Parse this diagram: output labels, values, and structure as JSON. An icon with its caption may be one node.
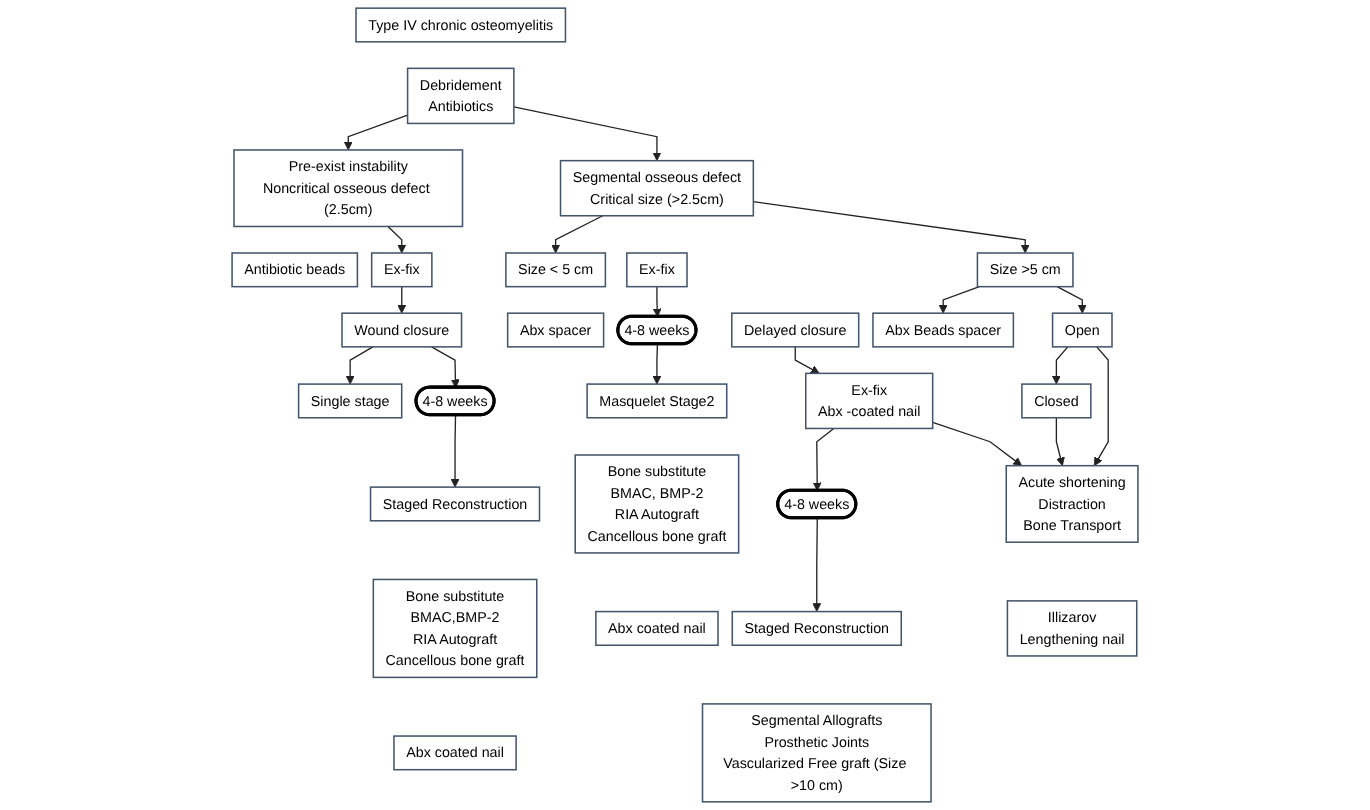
{
  "diagram": {
    "nodes": [
      {
        "text": [
          "Type IV chronic osteomyelitis"
        ]
      },
      {
        "text": [
          "Debridement",
          "Antibiotics"
        ]
      },
      {
        "text": [
          "Pre-exist instability",
          "Noncritical osseous defect (2.5cm)"
        ]
      },
      {
        "text": [
          "Segmental osseous defect",
          "Critical size (>2.5cm)"
        ]
      },
      {
        "text": [
          "Antibiotic beads"
        ]
      },
      {
        "text": [
          "Ex-fix"
        ]
      },
      {
        "text": [
          "Wound closure"
        ]
      },
      {
        "text": [
          "Single stage"
        ]
      },
      {
        "text": [
          "4-8 weeks"
        ]
      },
      {
        "text": [
          "Staged Reconstruction"
        ]
      },
      {
        "text": [
          "Bone substitute",
          "BMAC,BMP-2",
          "RIA Autograft",
          "Cancellous bone graft"
        ]
      },
      {
        "text": [
          "Abx coated nail"
        ]
      },
      {
        "text": [
          "Size < 5 cm"
        ]
      },
      {
        "text": [
          "Abx spacer"
        ]
      },
      {
        "text": [
          "Ex-fix"
        ]
      },
      {
        "text": [
          "4-8 weeks"
        ]
      },
      {
        "text": [
          "Masquelet Stage2"
        ]
      },
      {
        "text": [
          "Bone substitute",
          "BMAC, BMP-2",
          "RIA Autograft",
          "Cancellous bone graft"
        ]
      },
      {
        "text": [
          "Abx coated nail"
        ]
      },
      {
        "text": [
          "Size >5 cm"
        ]
      },
      {
        "text": [
          "Abx Beads spacer"
        ]
      },
      {
        "text": [
          "Ex-fix",
          "Abx -coated nail"
        ]
      },
      {
        "text": [
          "Delayed closure"
        ]
      },
      {
        "text": [
          "4-8 weeks"
        ]
      },
      {
        "text": [
          "Staged Reconstruction"
        ]
      },
      {
        "text": [
          "Segmental Allografts",
          "Prosthetic Joints",
          "Vascularized Free graft (Size >10 cm)"
        ]
      },
      {
        "text": [
          "Open"
        ]
      },
      {
        "text": [
          "Closed"
        ]
      },
      {
        "text": [
          "Acute shortening",
          "Distraction",
          "Bone Transport"
        ]
      },
      {
        "text": [
          "Illizarov",
          "Lengthening nail"
        ]
      }
    ],
    "edges": [
      {
        "from": 1,
        "to": 2,
        "arrow": "to"
      },
      {
        "from": 1,
        "to": 3,
        "arrow": "to"
      },
      {
        "from": 2,
        "to": 5,
        "arrow": "to"
      },
      {
        "from": 5,
        "to": 6,
        "arrow": "to"
      },
      {
        "from": 6,
        "to": 7,
        "arrow": "to"
      },
      {
        "from": 6,
        "to": 8,
        "arrow": "to"
      },
      {
        "from": 8,
        "to": 9,
        "arrow": "to"
      },
      {
        "from": 3,
        "to": 12,
        "arrow": "to"
      },
      {
        "from": 3,
        "to": 19,
        "arrow": "to"
      },
      {
        "from": 14,
        "to": 15,
        "arrow": "to"
      },
      {
        "from": 15,
        "to": 16,
        "arrow": "to"
      },
      {
        "from": 19,
        "to": 20,
        "arrow": "to"
      },
      {
        "from": 19,
        "to": 26,
        "arrow": "to"
      },
      {
        "from": 22,
        "to": 21,
        "arrow": "to"
      },
      {
        "from": 21,
        "to": 23,
        "arrow": "to"
      },
      {
        "from": 23,
        "to": 24,
        "arrow": "to"
      },
      {
        "from": 21,
        "to": 28,
        "arrow": "to"
      },
      {
        "from": 26,
        "to": 27,
        "arrow": "to"
      },
      {
        "from": 27,
        "to": 28,
        "arrow": "to"
      },
      {
        "from": 26,
        "to": 28,
        "arrow": "to"
      }
    ]
  }
}
